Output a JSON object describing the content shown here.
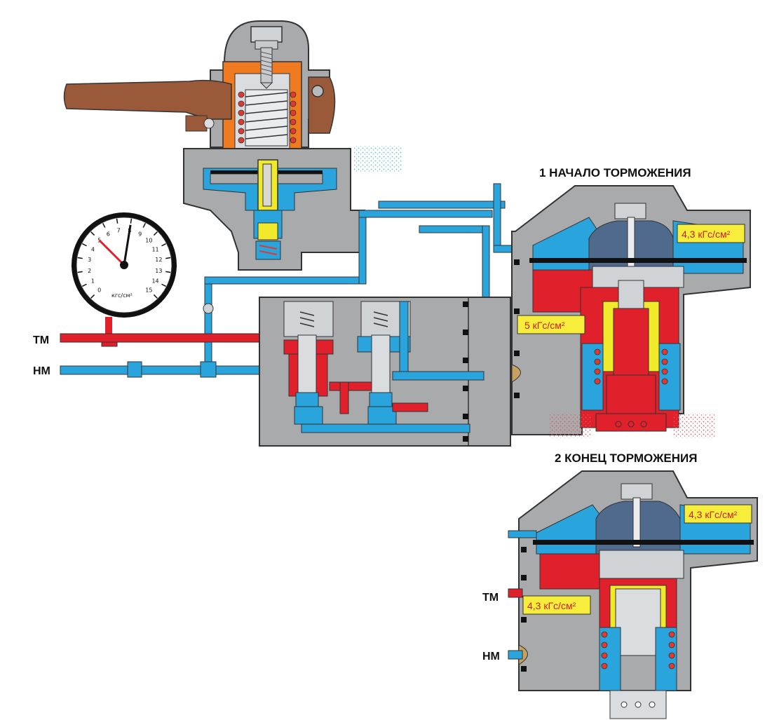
{
  "titles": {
    "stage1": "1 НАЧАЛО ТОРМОЖЕНИЯ",
    "stage2": "2 КОНЕЦ ТОРМОЖЕНИЯ"
  },
  "pipes": {
    "tm": "ТМ",
    "nm": "НМ"
  },
  "gauge": {
    "unit": "кгс/см²",
    "ticks": [
      "0",
      "1",
      "2",
      "3",
      "4",
      "5",
      "6",
      "7",
      "8",
      "9",
      "10",
      "11",
      "12",
      "13",
      "14",
      "15"
    ],
    "red_needle_value": 5.0,
    "black_needle_value": 8.0
  },
  "pressure_badges": {
    "stage1_top": "4,3 кГс/см²",
    "stage1_mid": "5 кГс/см²",
    "stage2_top": "4,3 кГс/см²",
    "stage2_mid": "4,3 кГс/см²"
  },
  "colors": {
    "tm_line": "#e0202a",
    "nm_line": "#2aa4dc",
    "housing": "#a8aaac",
    "spring": "#e03a30",
    "piston_yellow": "#f1ea2a",
    "bonnet_orange": "#f07a20",
    "handle_brown": "#9a5a3a",
    "badge_bg": "#f6ee3a"
  }
}
